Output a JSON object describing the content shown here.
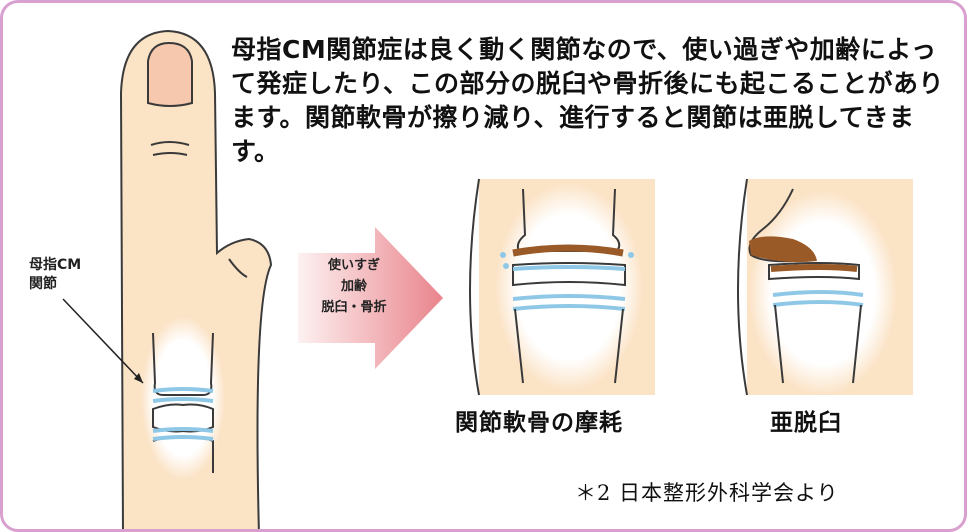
{
  "description": "母指CM関節症は良く動く関節なので、使い過ぎや加齢によって発症したり、この部分の脱臼や骨折後にも起こることがあります。関節軟骨が擦り減り、進行すると関節は亜脱してきます。",
  "thumb_label": "母指CM\n関節",
  "arrow_causes": [
    "使いすぎ",
    "加齢",
    "脱臼・骨折"
  ],
  "panels": [
    {
      "caption": "関節軟骨の摩耗"
    },
    {
      "caption": "亜脱臼"
    }
  ],
  "source": "＊2 日本整形外科学会より",
  "colors": {
    "frame": "#d9a0cf",
    "skin": "#fbe3c6",
    "skin_outline": "#3a3a3a",
    "cartilage": "#8ec8e6",
    "worn_cartilage": "#9a5a28",
    "arrow_light": "#fbe4e4",
    "arrow_dark": "#e9848c"
  }
}
